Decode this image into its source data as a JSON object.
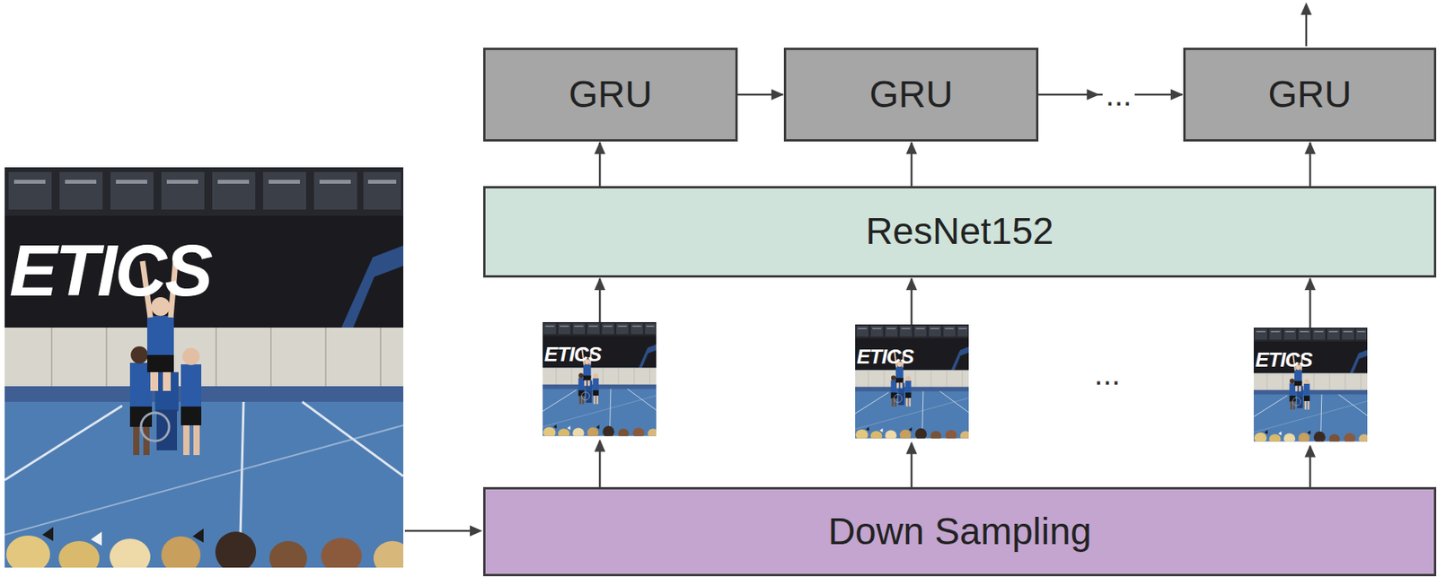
{
  "diagram": {
    "nodes": [
      {
        "text": [
          "GRU"
        ]
      },
      {
        "text": [
          "GRU"
        ]
      },
      {
        "text": [
          "GRU"
        ]
      },
      {
        "text": [
          "ResNet152"
        ]
      },
      {
        "text": [
          "Down Sampling"
        ]
      }
    ],
    "edges": [
      {
        "from": 0,
        "to": 1,
        "arrow": "to"
      },
      {
        "from": 1,
        "to": 2,
        "arrow": "to",
        "label": "..."
      },
      {
        "from": 3,
        "to": 0,
        "arrow": "to"
      },
      {
        "from": 3,
        "to": 1,
        "arrow": "to"
      },
      {
        "from": 3,
        "to": 2,
        "arrow": "to"
      },
      {
        "from": 4,
        "to": 3,
        "arrow": "to"
      },
      {
        "from": 4,
        "to": 3,
        "arrow": "to"
      },
      {
        "from": 4,
        "to": 3,
        "arrow": "to"
      }
    ],
    "labels": [
      "ETICS",
      "ETICS",
      "ETICS",
      "ETICS",
      "..."
    ]
  }
}
